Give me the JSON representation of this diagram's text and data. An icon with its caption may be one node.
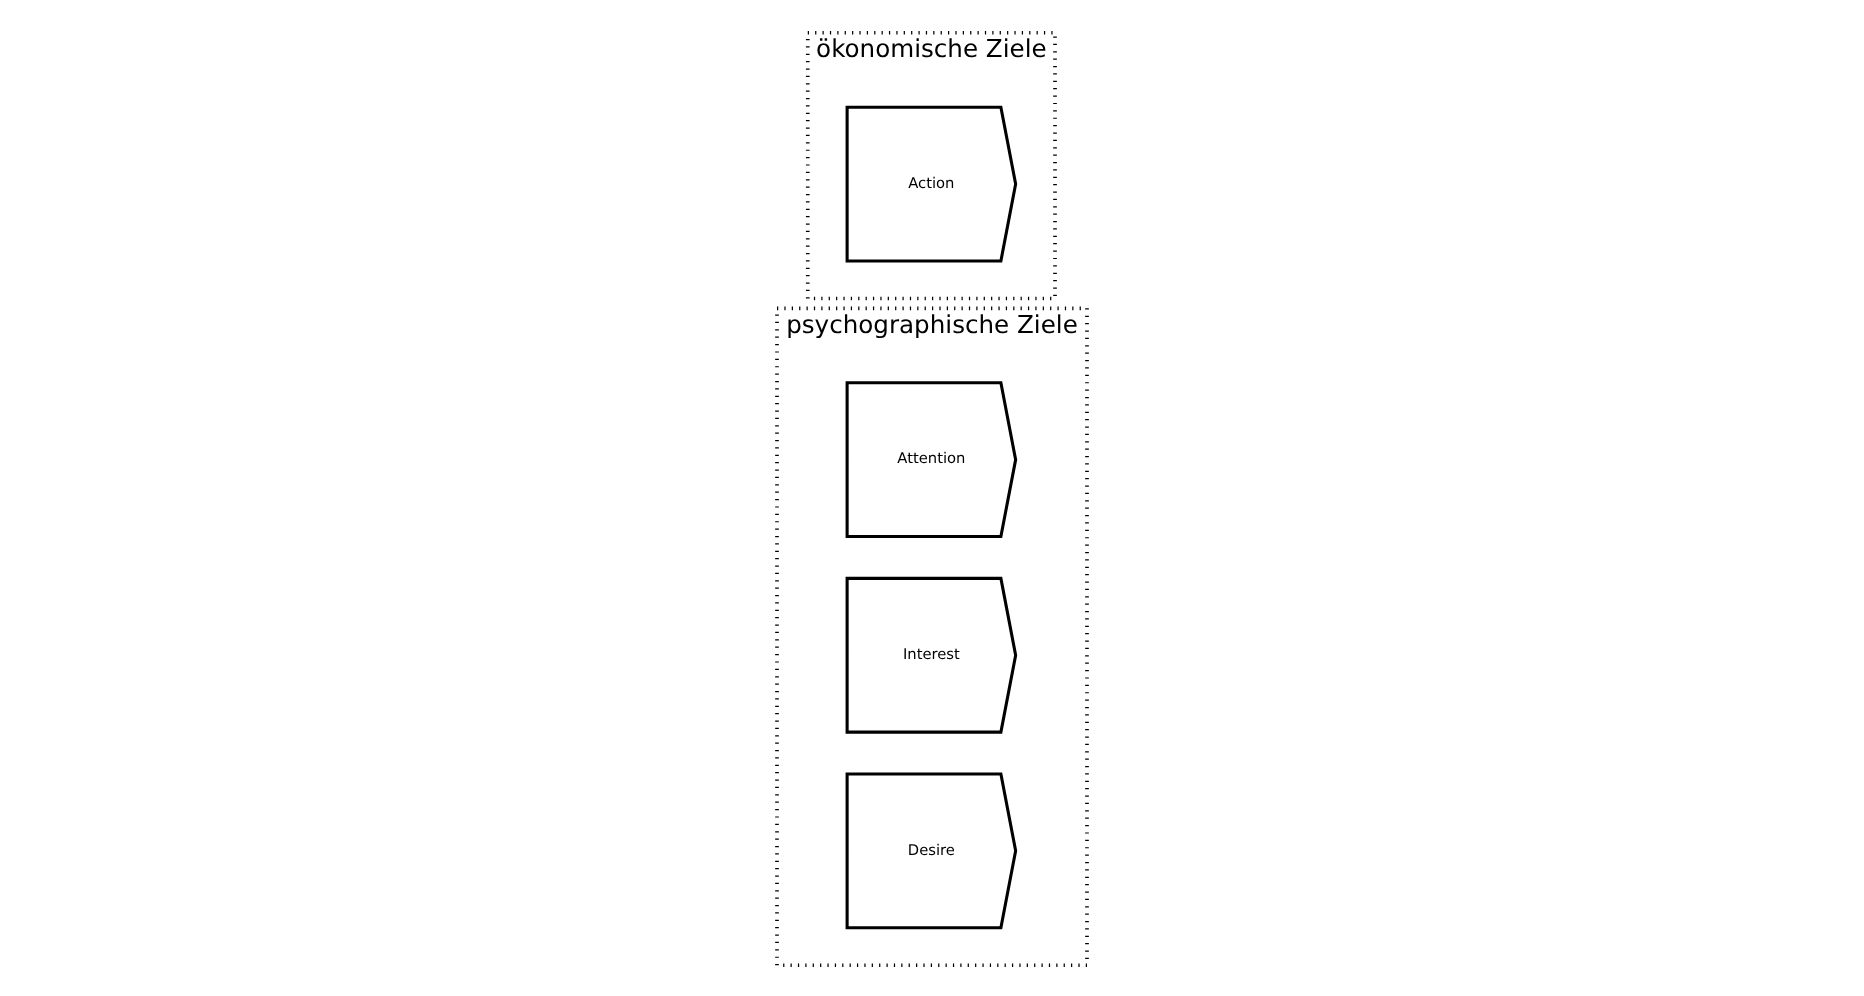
{
  "diagram": {
    "nodes": [
      {
        "text": [
          "psychographische Ziele"
        ]
      },
      {
        "text": [
          "Attention"
        ],
        "in": 0
      },
      {
        "text": [
          "Interest"
        ],
        "in": 0
      },
      {
        "text": [
          "Desire"
        ],
        "in": 0
      },
      {
        "text": [
          "ökonomische Ziele"
        ]
      },
      {
        "text": [
          "Action"
        ],
        "in": 4
      }
    ]
  }
}
